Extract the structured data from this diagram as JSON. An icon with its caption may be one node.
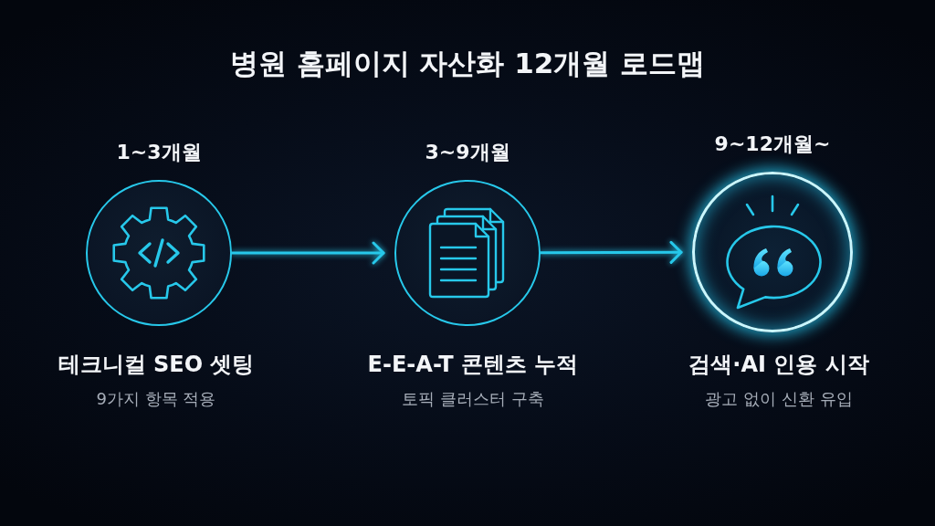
{
  "diagram": {
    "title": "병원 홈페이지 자산화 12개월 로드맵",
    "nodes": [
      {
        "text": [
          "1~3개월"
        ],
        "beside": [
          "테크니컬 SEO 셋팅",
          "9가지 항목 적용"
        ]
      },
      {
        "text": [
          "3~9개월"
        ],
        "beside": [
          "E-E-A-T 콘텐츠 누적",
          "토픽 클러스터 구축"
        ]
      },
      {
        "text": [
          "9~12개월~"
        ],
        "beside": [
          "검색·AI 인용 시작",
          "광고 없이 신환 유입"
        ]
      }
    ],
    "edges": [
      {
        "from": 0,
        "to": 1,
        "arrow": "to"
      },
      {
        "from": 1,
        "to": 2,
        "arrow": "to"
      }
    ]
  }
}
